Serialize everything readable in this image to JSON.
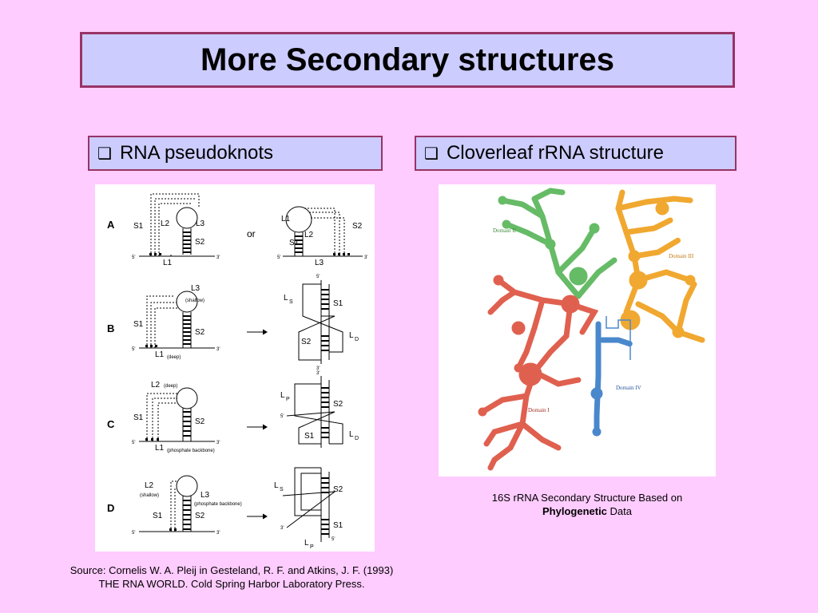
{
  "slide": {
    "title": "More Secondary structures",
    "left_bullet": "RNA pseudoknots",
    "right_bullet": "Cloverleaf rRNA structure",
    "bullet_icon": "checkbox-icon"
  },
  "pseudoknot_figure": {
    "rows": [
      {
        "letter": "A",
        "left_labels": {
          "s1": "S1",
          "s2": "S2",
          "l1": "L1",
          "l2": "L2",
          "l3": "L3",
          "five": "5'",
          "three": "3'"
        },
        "connector": "or",
        "right_labels": {
          "s1": "S1",
          "s2": "S2",
          "l1": "L1",
          "l2": "L2",
          "l3": "L3",
          "five": "5'",
          "three": "3'"
        }
      },
      {
        "letter": "B",
        "left_labels": {
          "s1": "S1",
          "s2": "S2",
          "l1": "L1",
          "l1_note": "(deep)",
          "l3": "L3",
          "l3_note": "(shallow)",
          "five": "5'",
          "three": "3'"
        },
        "right_labels": {
          "ls": "L",
          "ls_sub": "S",
          "ld": "L",
          "ld_sub": "D",
          "s1": "S1",
          "s2": "S2",
          "five": "5'",
          "three": "3'"
        }
      },
      {
        "letter": "C",
        "left_labels": {
          "s1": "S1",
          "s2": "S2",
          "l1": "L1",
          "l1_note": "(phosphate backbone)",
          "l2": "L2",
          "l2_note": "(deep)",
          "five": "5'",
          "three": "3'"
        },
        "right_labels": {
          "lp": "L",
          "lp_sub": "P",
          "ld": "L",
          "ld_sub": "D",
          "s1": "S1",
          "s2": "S2",
          "five": "5'",
          "three": "3'"
        }
      },
      {
        "letter": "D",
        "left_labels": {
          "s1": "S1",
          "s2": "S2",
          "l2": "L2",
          "l2_note": "(shallow)",
          "l3": "L3",
          "l3_note": "(phosphate backbone)",
          "five": "5'",
          "three": "3'"
        },
        "right_labels": {
          "ls": "L",
          "ls_sub": "S",
          "lp": "L",
          "lp_sub": "P",
          "s1": "S1",
          "s2": "S2",
          "five": "5'",
          "three": "3'"
        }
      }
    ]
  },
  "rrna_figure": {
    "domains": [
      {
        "label": "Domain I",
        "color": "#e0604f"
      },
      {
        "label": "Domain II",
        "color": "#66bb66"
      },
      {
        "label": "Domain III",
        "color": "#f0a830"
      },
      {
        "label": "Domain IV",
        "color": "#4a88cc"
      }
    ]
  },
  "caption": {
    "line1": "16S rRNA Secondary Structure Based on",
    "bold": "Phylogenetic",
    "rest": " Data"
  },
  "source": {
    "line1": "Source: Cornelis W. A. Pleij in Gesteland, R. F. and Atkins, J. F. (1993)",
    "line2": "THE RNA WORLD. Cold Spring Harbor Laboratory Press."
  }
}
